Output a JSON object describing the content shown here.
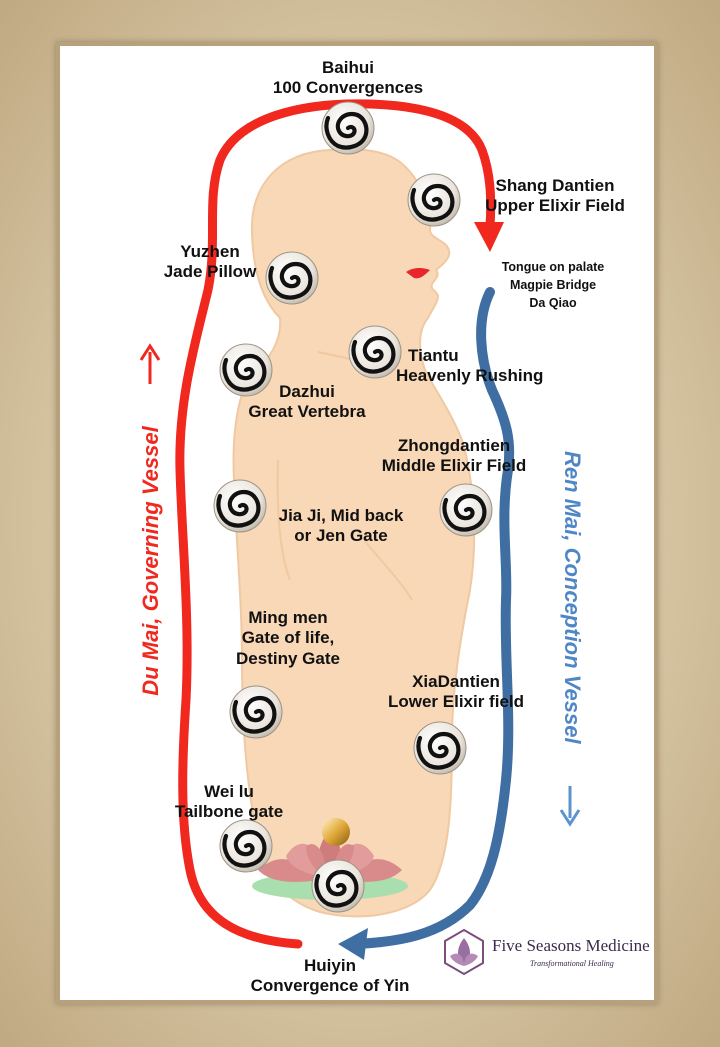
{
  "points": {
    "baihui": [
      "Baihui",
      "100 Convergences"
    ],
    "shang": [
      "Shang Dantien",
      "Upper Elixir Field"
    ],
    "tongue": [
      "Tongue on palate",
      "Magpie Bridge",
      "Da Qiao"
    ],
    "yuzhen": [
      "Yuzhen",
      "Jade Pillow"
    ],
    "tiantu": [
      "Tiantu",
      "Heavenly Rushing"
    ],
    "dazhui": [
      "Dazhui",
      "Great Vertebra"
    ],
    "zhongdantien": [
      "Zhongdantien",
      "Middle Elixir Field"
    ],
    "jiaji": [
      "Jia Ji, Mid back",
      "or Jen Gate"
    ],
    "mingmen": [
      "Ming men",
      "Gate of life,",
      "Destiny Gate"
    ],
    "xiadantien": [
      "XiaDantien",
      "Lower Elixir field"
    ],
    "weilu": [
      "Wei lu",
      "Tailbone gate"
    ],
    "huiyin": [
      "Huiyin",
      "Convergence of Yin"
    ]
  },
  "vessels": {
    "du_mai": "Du Mai,  Governing Vessel",
    "ren_mai": "Ren Mai, Conception Vessel"
  },
  "brand": {
    "name": "Five Seasons Medicine",
    "tagline": "Transformational Healing"
  },
  "colors": {
    "du_mai": "#f0281e",
    "ren_mai": "#3f6ea3",
    "ren_mai_text": "#4f86c6",
    "body": "#f8d8b6",
    "body_outline": "#f0c9a2",
    "lotus": "#d98a8a",
    "leaves": "#a9dfae",
    "pearl": "#e0a93a"
  },
  "icons": {
    "energy_point": "spiral-icon",
    "direction_up": "arrow-up-icon",
    "direction_down": "arrow-down-icon",
    "lotus": "lotus-icon",
    "logo": "lotus-logo-icon"
  }
}
